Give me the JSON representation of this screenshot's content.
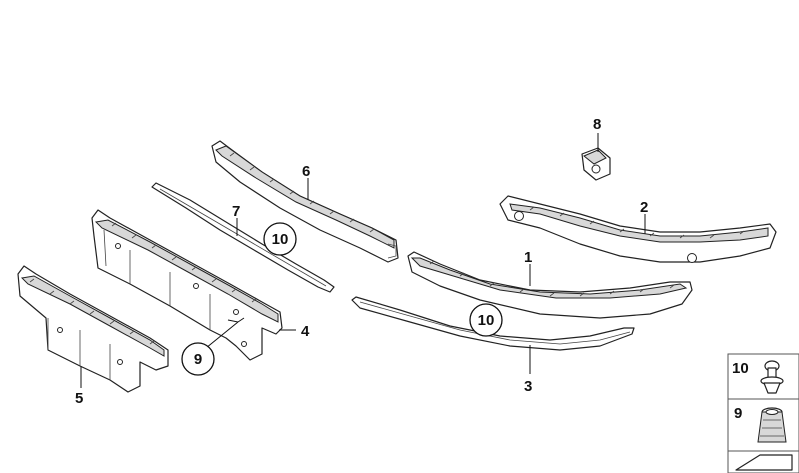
{
  "callouts": {
    "c1": "1",
    "c2": "2",
    "c3": "3",
    "c4": "4",
    "c5": "5",
    "c6": "6",
    "c7": "7",
    "c8": "8",
    "c9": "9",
    "c10a": "10",
    "c10b": "10"
  },
  "legend": {
    "item10": "10",
    "item9": "9"
  }
}
